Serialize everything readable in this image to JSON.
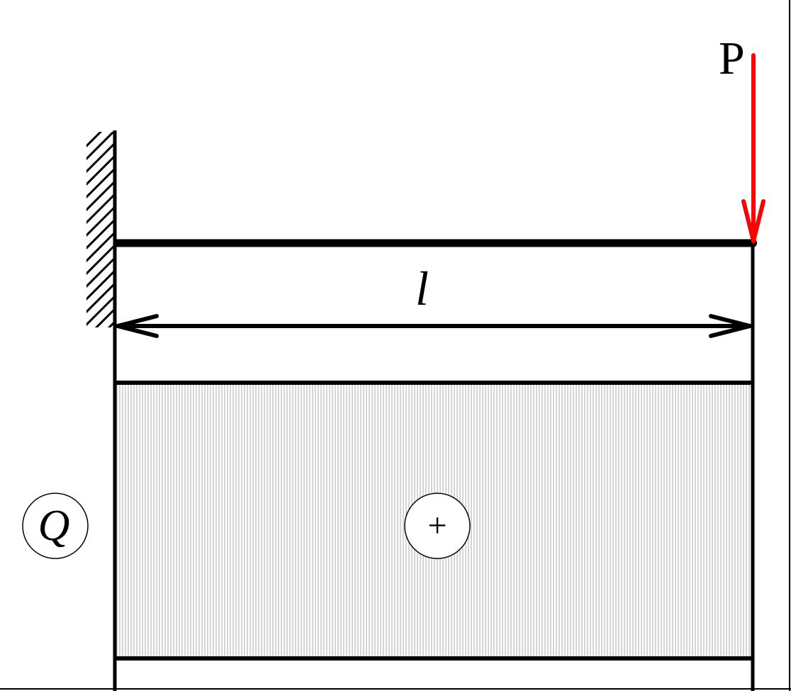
{
  "labels": {
    "load": "P",
    "length": "l",
    "diagram_symbol": "Q",
    "sign": "+"
  },
  "colors": {
    "load_arrow": "#ff0000",
    "ink": "#000000",
    "background": "#ffffff"
  }
}
